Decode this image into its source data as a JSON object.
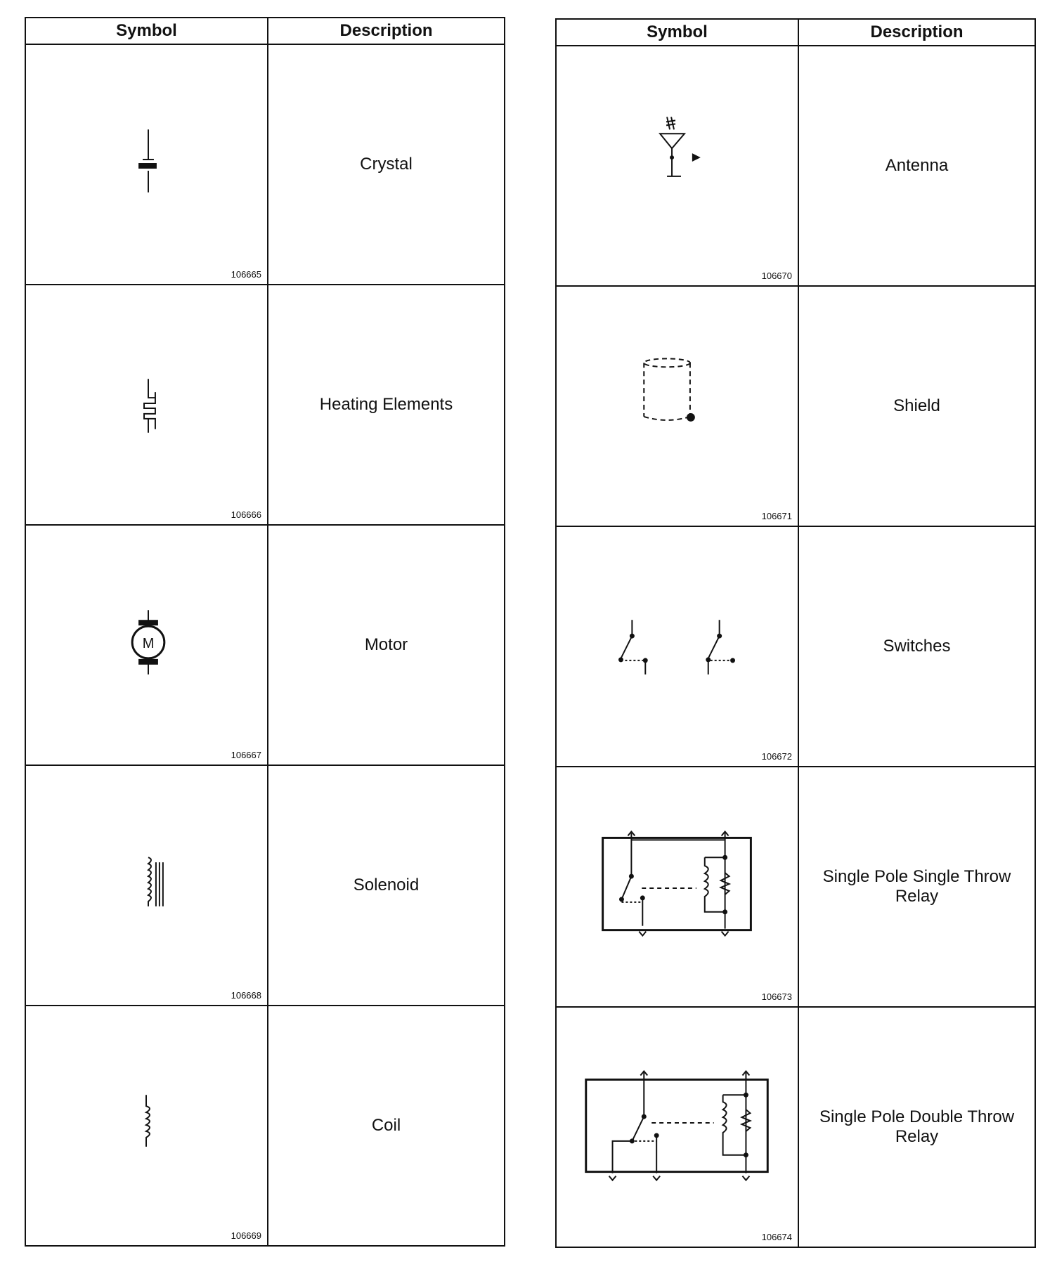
{
  "left_table": {
    "header_symbol": "Symbol",
    "header_description": "Description",
    "rows": [
      {
        "icon": "crystal-icon",
        "ref": "106665",
        "description": "Crystal"
      },
      {
        "icon": "heating-element-icon",
        "ref": "106666",
        "description": "Heating Elements"
      },
      {
        "icon": "motor-icon",
        "ref": "106667",
        "motor_label": "M",
        "description": "Motor"
      },
      {
        "icon": "solenoid-icon",
        "ref": "106668",
        "description": "Solenoid"
      },
      {
        "icon": "coil-icon",
        "ref": "106669",
        "description": "Coil"
      }
    ]
  },
  "right_table": {
    "header_symbol": "Symbol",
    "header_description": "Description",
    "rows": [
      {
        "icon": "antenna-icon",
        "ref": "106670",
        "description": "Antenna"
      },
      {
        "icon": "shield-icon",
        "ref": "106671",
        "description": "Shield"
      },
      {
        "icon": "switches-icon",
        "ref": "106672",
        "description": "Switches"
      },
      {
        "icon": "spst-relay-icon",
        "ref": "106673",
        "description": "Single Pole Single Throw Relay"
      },
      {
        "icon": "spdt-relay-icon",
        "ref": "106674",
        "description": "Single Pole Double Throw Relay"
      }
    ]
  }
}
